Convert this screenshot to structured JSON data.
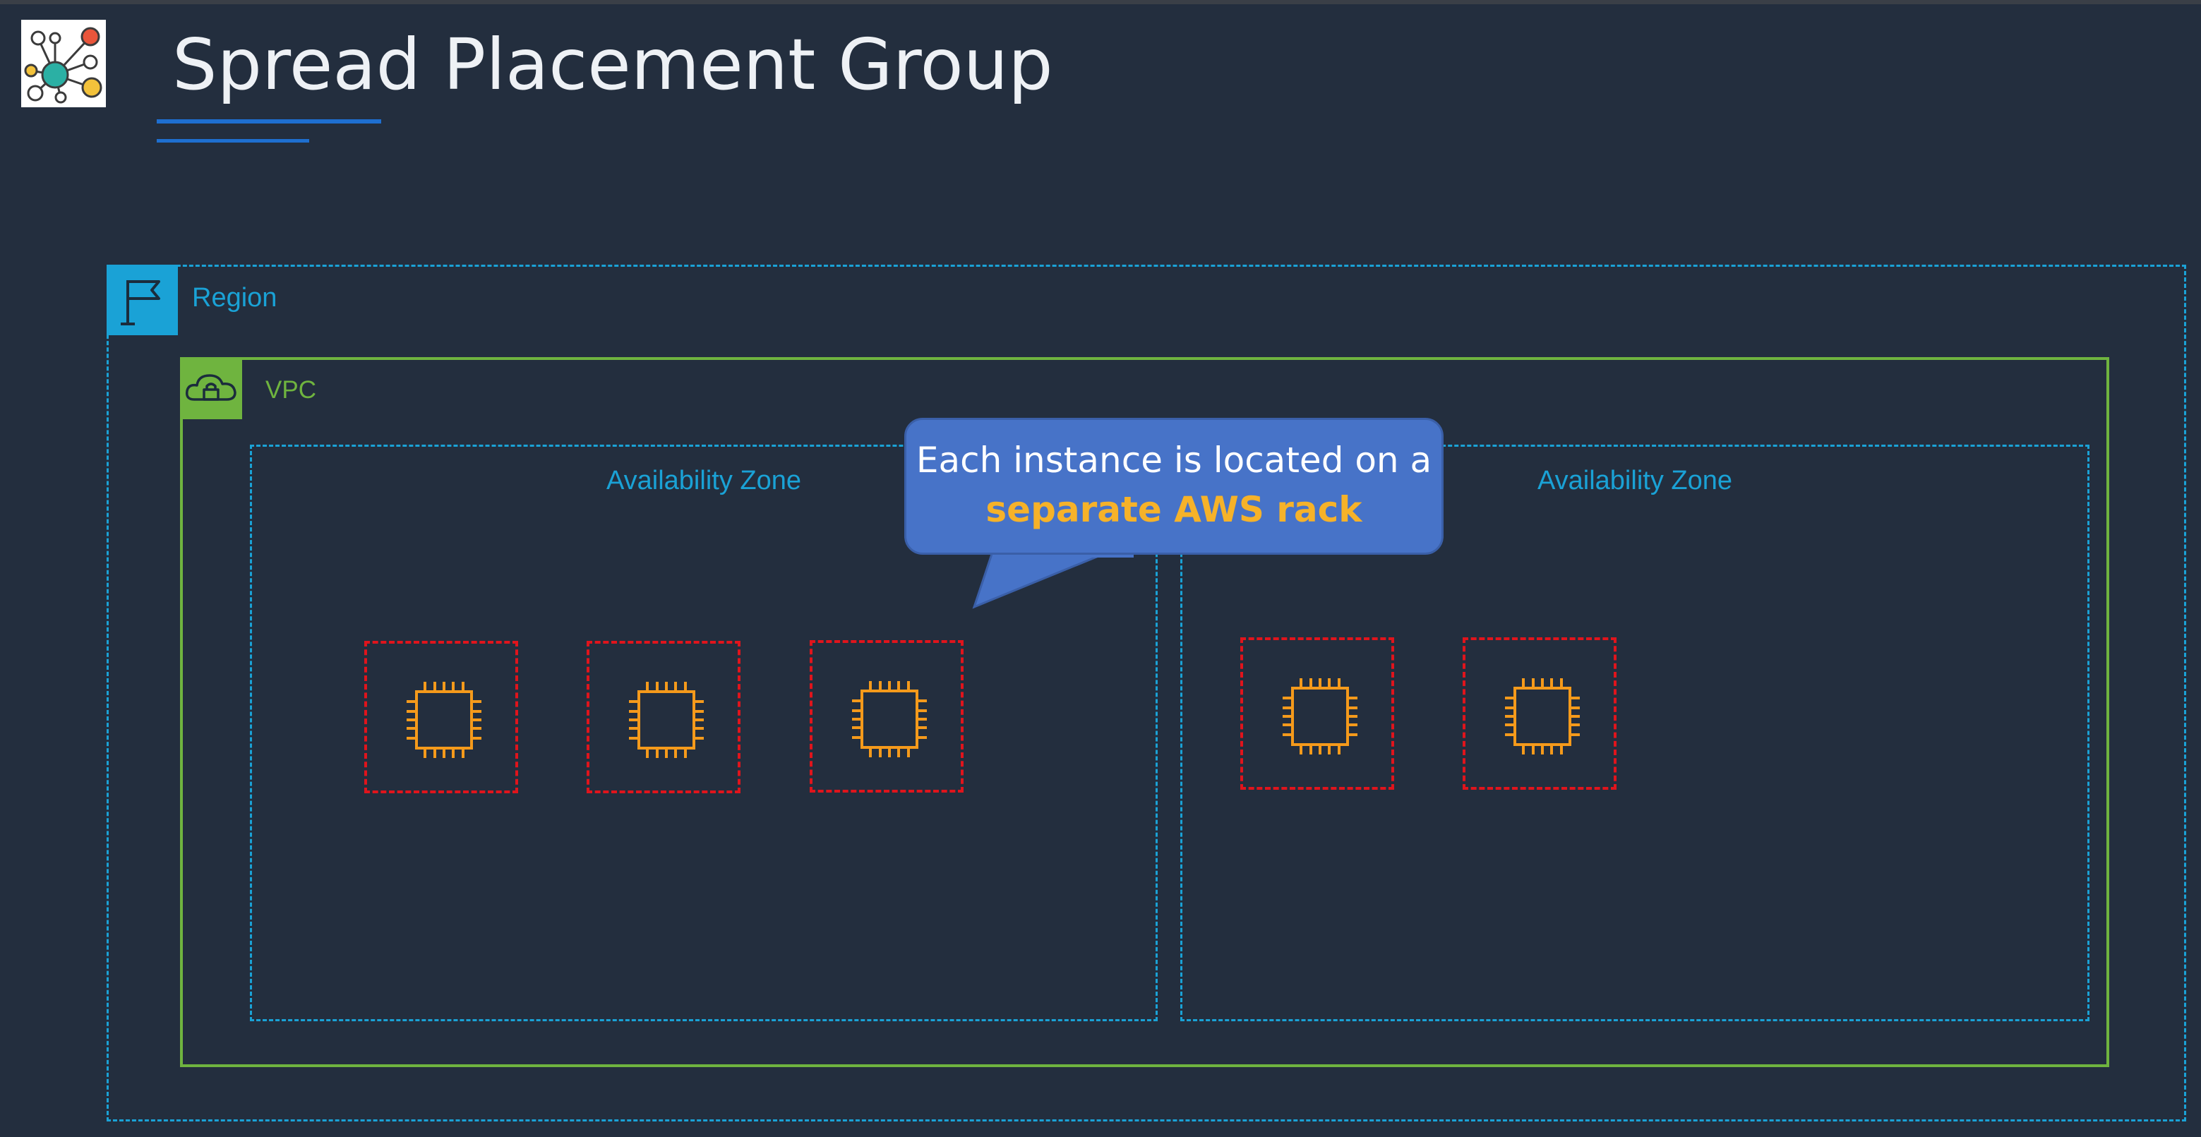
{
  "title": "Spread Placement Group",
  "callout": {
    "text_before": "Each instance is located on a ",
    "highlight": "separate AWS rack"
  },
  "region": {
    "label": "Region",
    "icon": "flag-icon"
  },
  "vpc": {
    "label": "VPC",
    "icon": "cloud-lock-icon"
  },
  "availability_zones": [
    {
      "label": "Availability Zone",
      "instances": 3
    },
    {
      "label": "Availability Zone",
      "instances": 2
    }
  ],
  "instance_icon": "ec2-instance-chip-icon",
  "logo_icon": "network-nodes-icon",
  "colors": {
    "background": "#232e3e",
    "region": "#1aa2d6",
    "vpc": "#6fb43f",
    "rack_border": "#e0141c",
    "instance": "#f59a1b",
    "callout": "#4773c8",
    "highlight": "#f6b229",
    "title_underline": "#1e6fd0"
  }
}
